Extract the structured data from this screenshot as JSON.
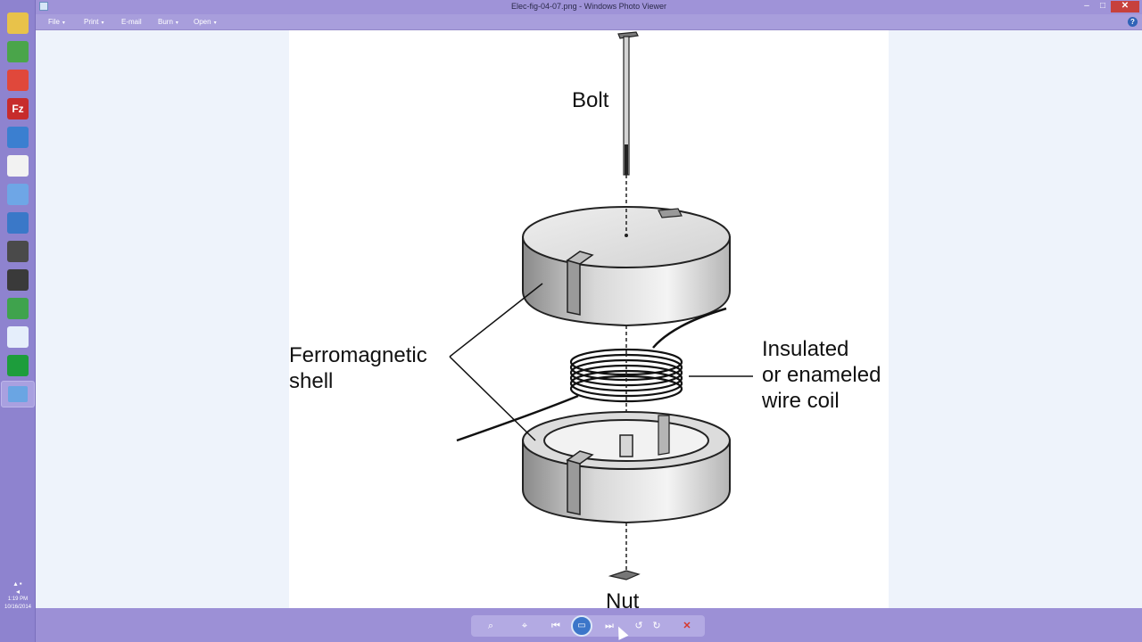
{
  "window": {
    "title": "Elec-fig-04-07.png - Windows Photo Viewer",
    "minimize_glyph": "–",
    "maximize_glyph": "□",
    "close_glyph": "✕"
  },
  "menu": {
    "items": [
      {
        "label": "File",
        "caret": "▾"
      },
      {
        "label": "Print",
        "caret": "▾"
      },
      {
        "label": "E-mail",
        "caret": ""
      },
      {
        "label": "Burn",
        "caret": "▾"
      },
      {
        "label": "Open",
        "caret": "▾"
      }
    ],
    "help_glyph": "?"
  },
  "taskbar": {
    "icons": [
      {
        "name": "file-explorer-icon",
        "color": "#e8c24a",
        "glyph": ""
      },
      {
        "name": "store-icon",
        "color": "#4aa54a",
        "glyph": ""
      },
      {
        "name": "chrome-icon",
        "color": "#e0483b",
        "glyph": ""
      },
      {
        "name": "filezilla-icon",
        "color": "#c72c2c",
        "glyph": "Fz"
      },
      {
        "name": "paint-icon",
        "color": "#3b7fd0",
        "glyph": ""
      },
      {
        "name": "notepad-icon",
        "color": "#f2f2f2",
        "glyph": ""
      },
      {
        "name": "document-icon",
        "color": "#6ea6e6",
        "glyph": ""
      },
      {
        "name": "shortcut-icon",
        "color": "#3a78c8",
        "glyph": ""
      },
      {
        "name": "eye-icon",
        "color": "#4a4a4a",
        "glyph": ""
      },
      {
        "name": "camera-icon",
        "color": "#3a3a3a",
        "glyph": ""
      },
      {
        "name": "world-icon",
        "color": "#3fa34d",
        "glyph": ""
      },
      {
        "name": "page-icon",
        "color": "#e5eefb",
        "glyph": ""
      },
      {
        "name": "refresh-app-icon",
        "color": "#1d9d3c",
        "glyph": ""
      },
      {
        "name": "photo-viewer-icon",
        "color": "#6aa5e3",
        "glyph": ""
      }
    ],
    "tray_time": "1:19 PM",
    "tray_date": "10/16/2014"
  },
  "diagram": {
    "labels": {
      "bolt": "Bolt",
      "shell": [
        "Ferromagnetic",
        "shell"
      ],
      "coil": [
        "Insulated",
        "or enameled",
        "wire coil"
      ],
      "nut": "Nut"
    }
  },
  "controls": {
    "zoom": "⌕",
    "actual_size": "⌖",
    "previous": "⏮",
    "slideshow": "▭",
    "next": "⏭",
    "rotate_ccw": "↺",
    "rotate_cw": "↻",
    "delete": "✕"
  }
}
